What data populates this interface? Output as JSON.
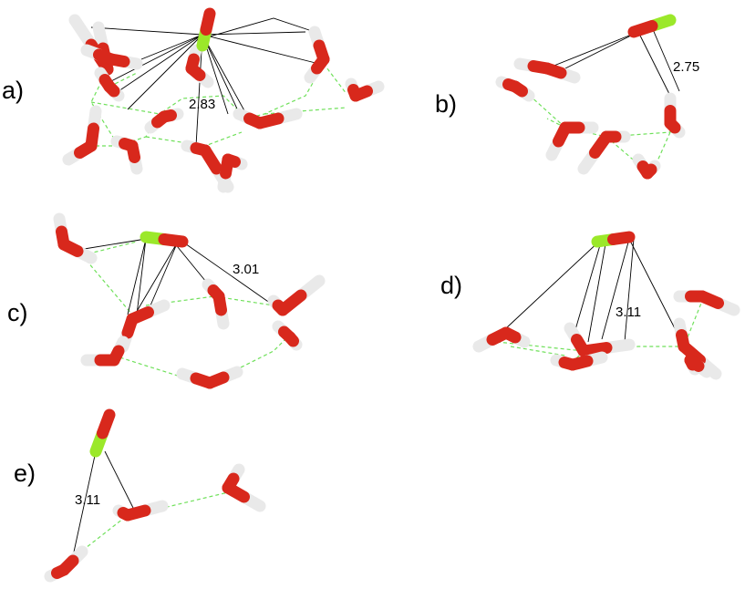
{
  "panels": [
    {
      "id": "a",
      "label": "a)",
      "distance": "2.83"
    },
    {
      "id": "b",
      "label": "b)",
      "distance": "2.75"
    },
    {
      "id": "c",
      "label": "c)",
      "distance": "3.01"
    },
    {
      "id": "d",
      "label": "d)",
      "distance": "3.11"
    },
    {
      "id": "e",
      "label": "e)",
      "distance": "3.11"
    }
  ],
  "colors": {
    "oxygen": "#d8281c",
    "oxygen_dark": "#a0150e",
    "hydrogen": "#e9e9e9",
    "hydrogen_dark": "#b8b8b8",
    "chlorine": "#9be82a",
    "hbond": "#6fe05a",
    "contact": "#000000"
  }
}
